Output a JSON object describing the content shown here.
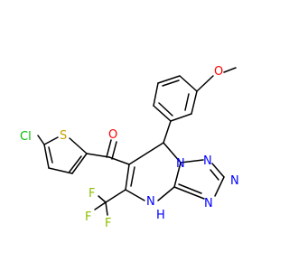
{
  "colors": {
    "carbon": "#000000",
    "nitrogen": "#0000ff",
    "oxygen": "#ff0000",
    "sulfur": "#c8a000",
    "chlorine": "#00bf00",
    "fluorine": "#8cbf00",
    "background": "#ffffff"
  },
  "labels": {
    "O_methoxy": "O",
    "O_ketone": "O",
    "S": "S",
    "Cl": "Cl",
    "N_1": "N",
    "N_2": "N",
    "N_3": "N",
    "N_4": "N",
    "H": "H",
    "F_1": "F",
    "F_2": "F",
    "F_3": "F"
  }
}
